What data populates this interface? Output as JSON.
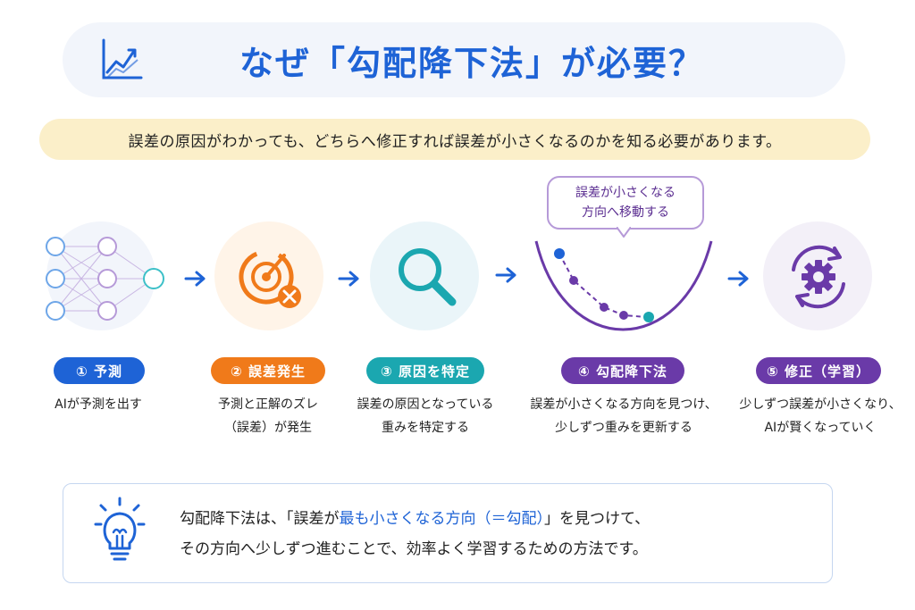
{
  "title": {
    "text": "なぜ「勾配降下法」が必要？",
    "icon": "line-chart-icon"
  },
  "subtitle": "誤差の原因がわかっても、どちらへ修正すれば誤差が小さくなるのかを知る必要があります。",
  "bubble": {
    "line1": "誤差が小さくなる",
    "line2": "方向へ移動する"
  },
  "steps": [
    {
      "label": "① 予測",
      "color": "#1e63d6",
      "icon": "neural-network-icon",
      "desc_lines": [
        "AIが予測を出す"
      ]
    },
    {
      "label": "② 誤差発生",
      "color": "#f07a1a",
      "icon": "target-miss-icon",
      "desc_lines": [
        "予測と正解のズレ",
        "（誤差）が発生"
      ]
    },
    {
      "label": "③ 原因を特定",
      "color": "#1ba7b0",
      "icon": "magnifier-icon",
      "desc_lines": [
        "誤差の原因となっている",
        "重みを特定する"
      ]
    },
    {
      "label": "④ 勾配降下法",
      "color": "#6a3aa8",
      "icon": "gradient-curve-icon",
      "desc_lines": [
        "誤差が小さくなる方向を見つけ、",
        "少しずつ重みを更新する"
      ]
    },
    {
      "label": "⑤ 修正（学習）",
      "color": "#6a3aa8",
      "icon": "gear-cycle-icon",
      "desc_lines": [
        "少しずつ誤差が小さくなり、",
        "AIが賢くなっていく"
      ]
    }
  ],
  "summary": {
    "icon": "lightbulb-icon",
    "line1_pre": "勾配降下法は、「誤差が",
    "line1_hl": "最も小さくなる方向（＝勾配）",
    "line1_post": "」を見つけて、",
    "line2": "その方向へ少しずつ進むことで、効率よく学習するための方法です。"
  }
}
